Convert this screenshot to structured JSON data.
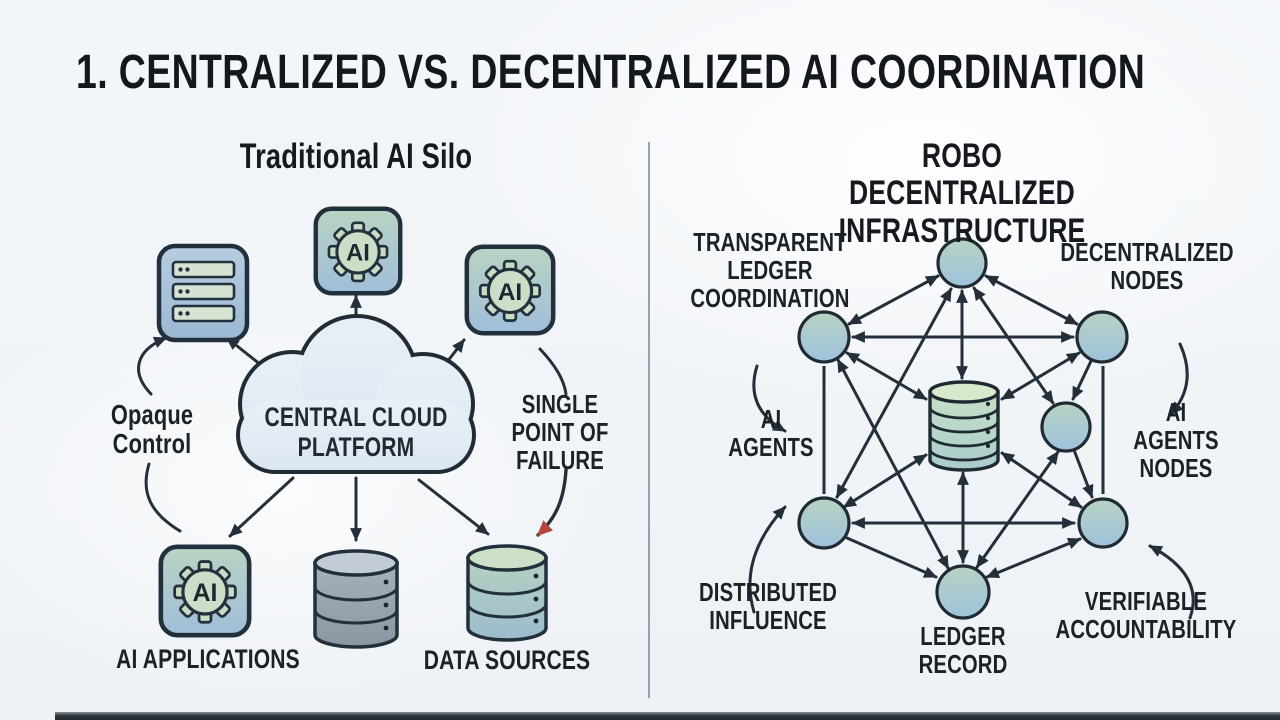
{
  "slide": {
    "title": "1. CENTRALIZED VS. DECENTRALIZED AI COORDINATION"
  },
  "left_panel": {
    "heading": "Traditional AI Silo",
    "cloud_label": "CENTRAL CLOUD\nPLATFORM",
    "chip_label": "AI",
    "labels": {
      "opaque_control": "Opaque\nControl",
      "single_point_of_failure": "SINGLE\nPOINT OF\nFAILURE",
      "ai_applications": "AI APPLICATIONS",
      "data_sources": "DATA SOURCES"
    }
  },
  "right_panel": {
    "heading": "ROBO DECENTRALIZED\nINFRASTRUCTURE",
    "labels": {
      "transparent_ledger_coordination": "TRANSPARENT\nLEDGER\nCOORDINATION",
      "decentralized_nodes": "DECENTRALIZED\nNODES",
      "ai_agents": "AI\nAGENTS",
      "ai_agents_nodes": "AI AGENTS\nNODES",
      "distributed_influence": "DISTRIBUTED\nINFLUENCE",
      "ledger_record": "LEDGER\nRECORD",
      "verifiable_accountability": "VERIFIABLE\nACCOUNTABILITY"
    }
  },
  "colors": {
    "background": "#f3f6f9",
    "outline_ink": "#232d37",
    "text_ink": "#1b2126",
    "failure_arrow_red": "#b5453d",
    "node_fill_top": "#b7d2c3",
    "node_fill_bottom": "#9fc2dc",
    "gear_green": "#c9ddc6",
    "cloud_fill": "#e9eff6",
    "divider_gray": "#97a1ab"
  }
}
